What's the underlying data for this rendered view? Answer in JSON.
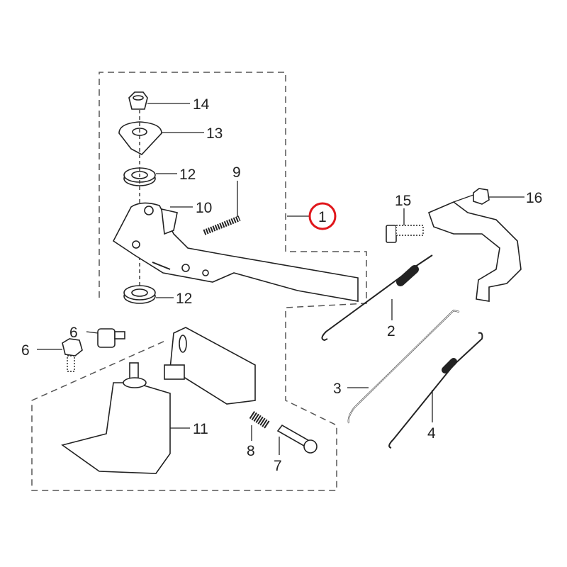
{
  "diagram": {
    "highlight_color": "#e0161b",
    "callouts": {
      "c14": "14",
      "c13": "13",
      "c12a": "12",
      "c9": "9",
      "c10": "10",
      "c1": "1",
      "c12b": "12",
      "c6a": "6",
      "c6b": "6",
      "c11": "11",
      "c8": "8",
      "c7": "7",
      "c15": "15",
      "c16": "16",
      "c2": "2",
      "c3": "3",
      "c4": "4"
    }
  }
}
